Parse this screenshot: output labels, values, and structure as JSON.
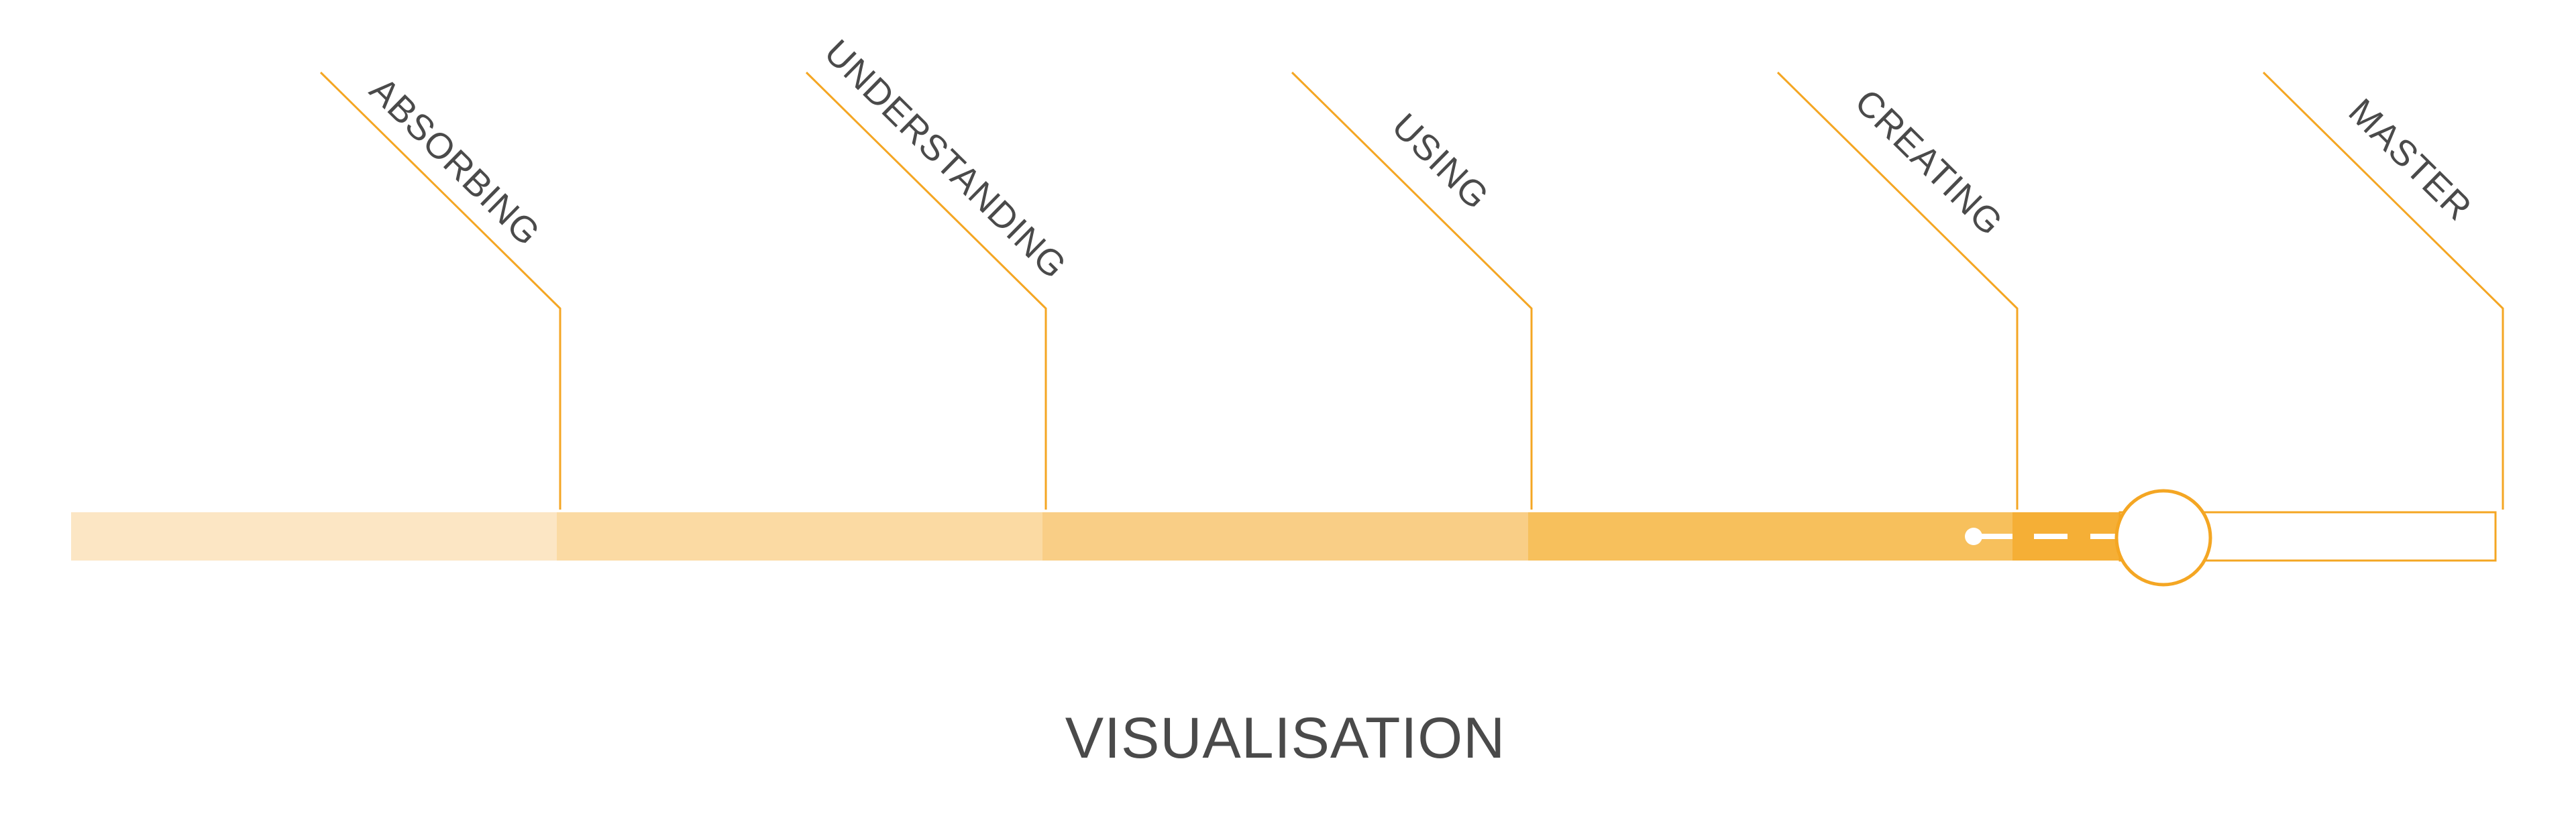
{
  "diagram": {
    "title": "VISUALISATION",
    "stages": [
      {
        "label": "ABSORBING"
      },
      {
        "label": "UNDERSTANDING"
      },
      {
        "label": "USING"
      },
      {
        "label": "CREATING"
      },
      {
        "label": "MASTER"
      }
    ],
    "segment_colors": [
      "#FCE6C4",
      "#FBDAA3",
      "#F9CE86",
      "#F7C05C",
      "#F5AF36"
    ],
    "accent_color": "#F4A623",
    "text_color": "#4A4A4A",
    "empty_color": "#FFFFFF",
    "progress_fraction": 0.86
  }
}
